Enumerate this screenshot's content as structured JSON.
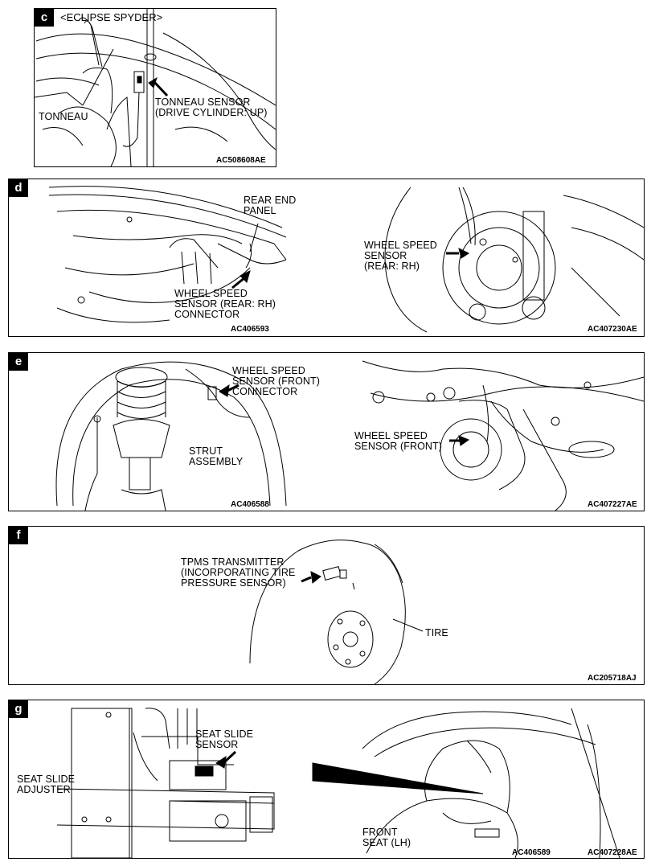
{
  "panels": {
    "c": {
      "tag": "c",
      "heading": "<ECLIPSE SPYDER>",
      "labels": {
        "tonneau": "TONNEAU",
        "sensor": "TONNEAU SENSOR\n(DRIVE CYLINDER: UP)"
      },
      "code": "AC508608AE"
    },
    "d": {
      "tag": "d",
      "labels": {
        "rear_end_panel": "REAR END\nPANEL",
        "connector": "WHEEL SPEED\nSENSOR (REAR: RH)\nCONNECTOR",
        "sensor": "WHEEL SPEED\nSENSOR\n(REAR: RH)"
      },
      "codes": [
        "AC406593",
        "AC407230AE"
      ]
    },
    "e": {
      "tag": "e",
      "labels": {
        "connector": "WHEEL SPEED\nSENSOR (FRONT)\nCONNECTOR",
        "strut": "STRUT\nASSEMBLY",
        "sensor": "WHEEL SPEED\nSENSOR (FRONT)"
      },
      "codes": [
        "AC406588",
        "AC407227AE"
      ]
    },
    "f": {
      "tag": "f",
      "labels": {
        "tpms": "TPMS TRANSMITTER\n(INCORPORATING TIRE\nPRESSURE SENSOR)",
        "tire": "TIRE"
      },
      "code": "AC205718AJ"
    },
    "g": {
      "tag": "g",
      "labels": {
        "adjuster": "SEAT SLIDE\nADJUSTER",
        "sensor": "SEAT SLIDE\nSENSOR",
        "seat": "FRONT\nSEAT (LH)"
      },
      "codes": [
        "AC406589",
        "AC407228AE"
      ]
    }
  }
}
